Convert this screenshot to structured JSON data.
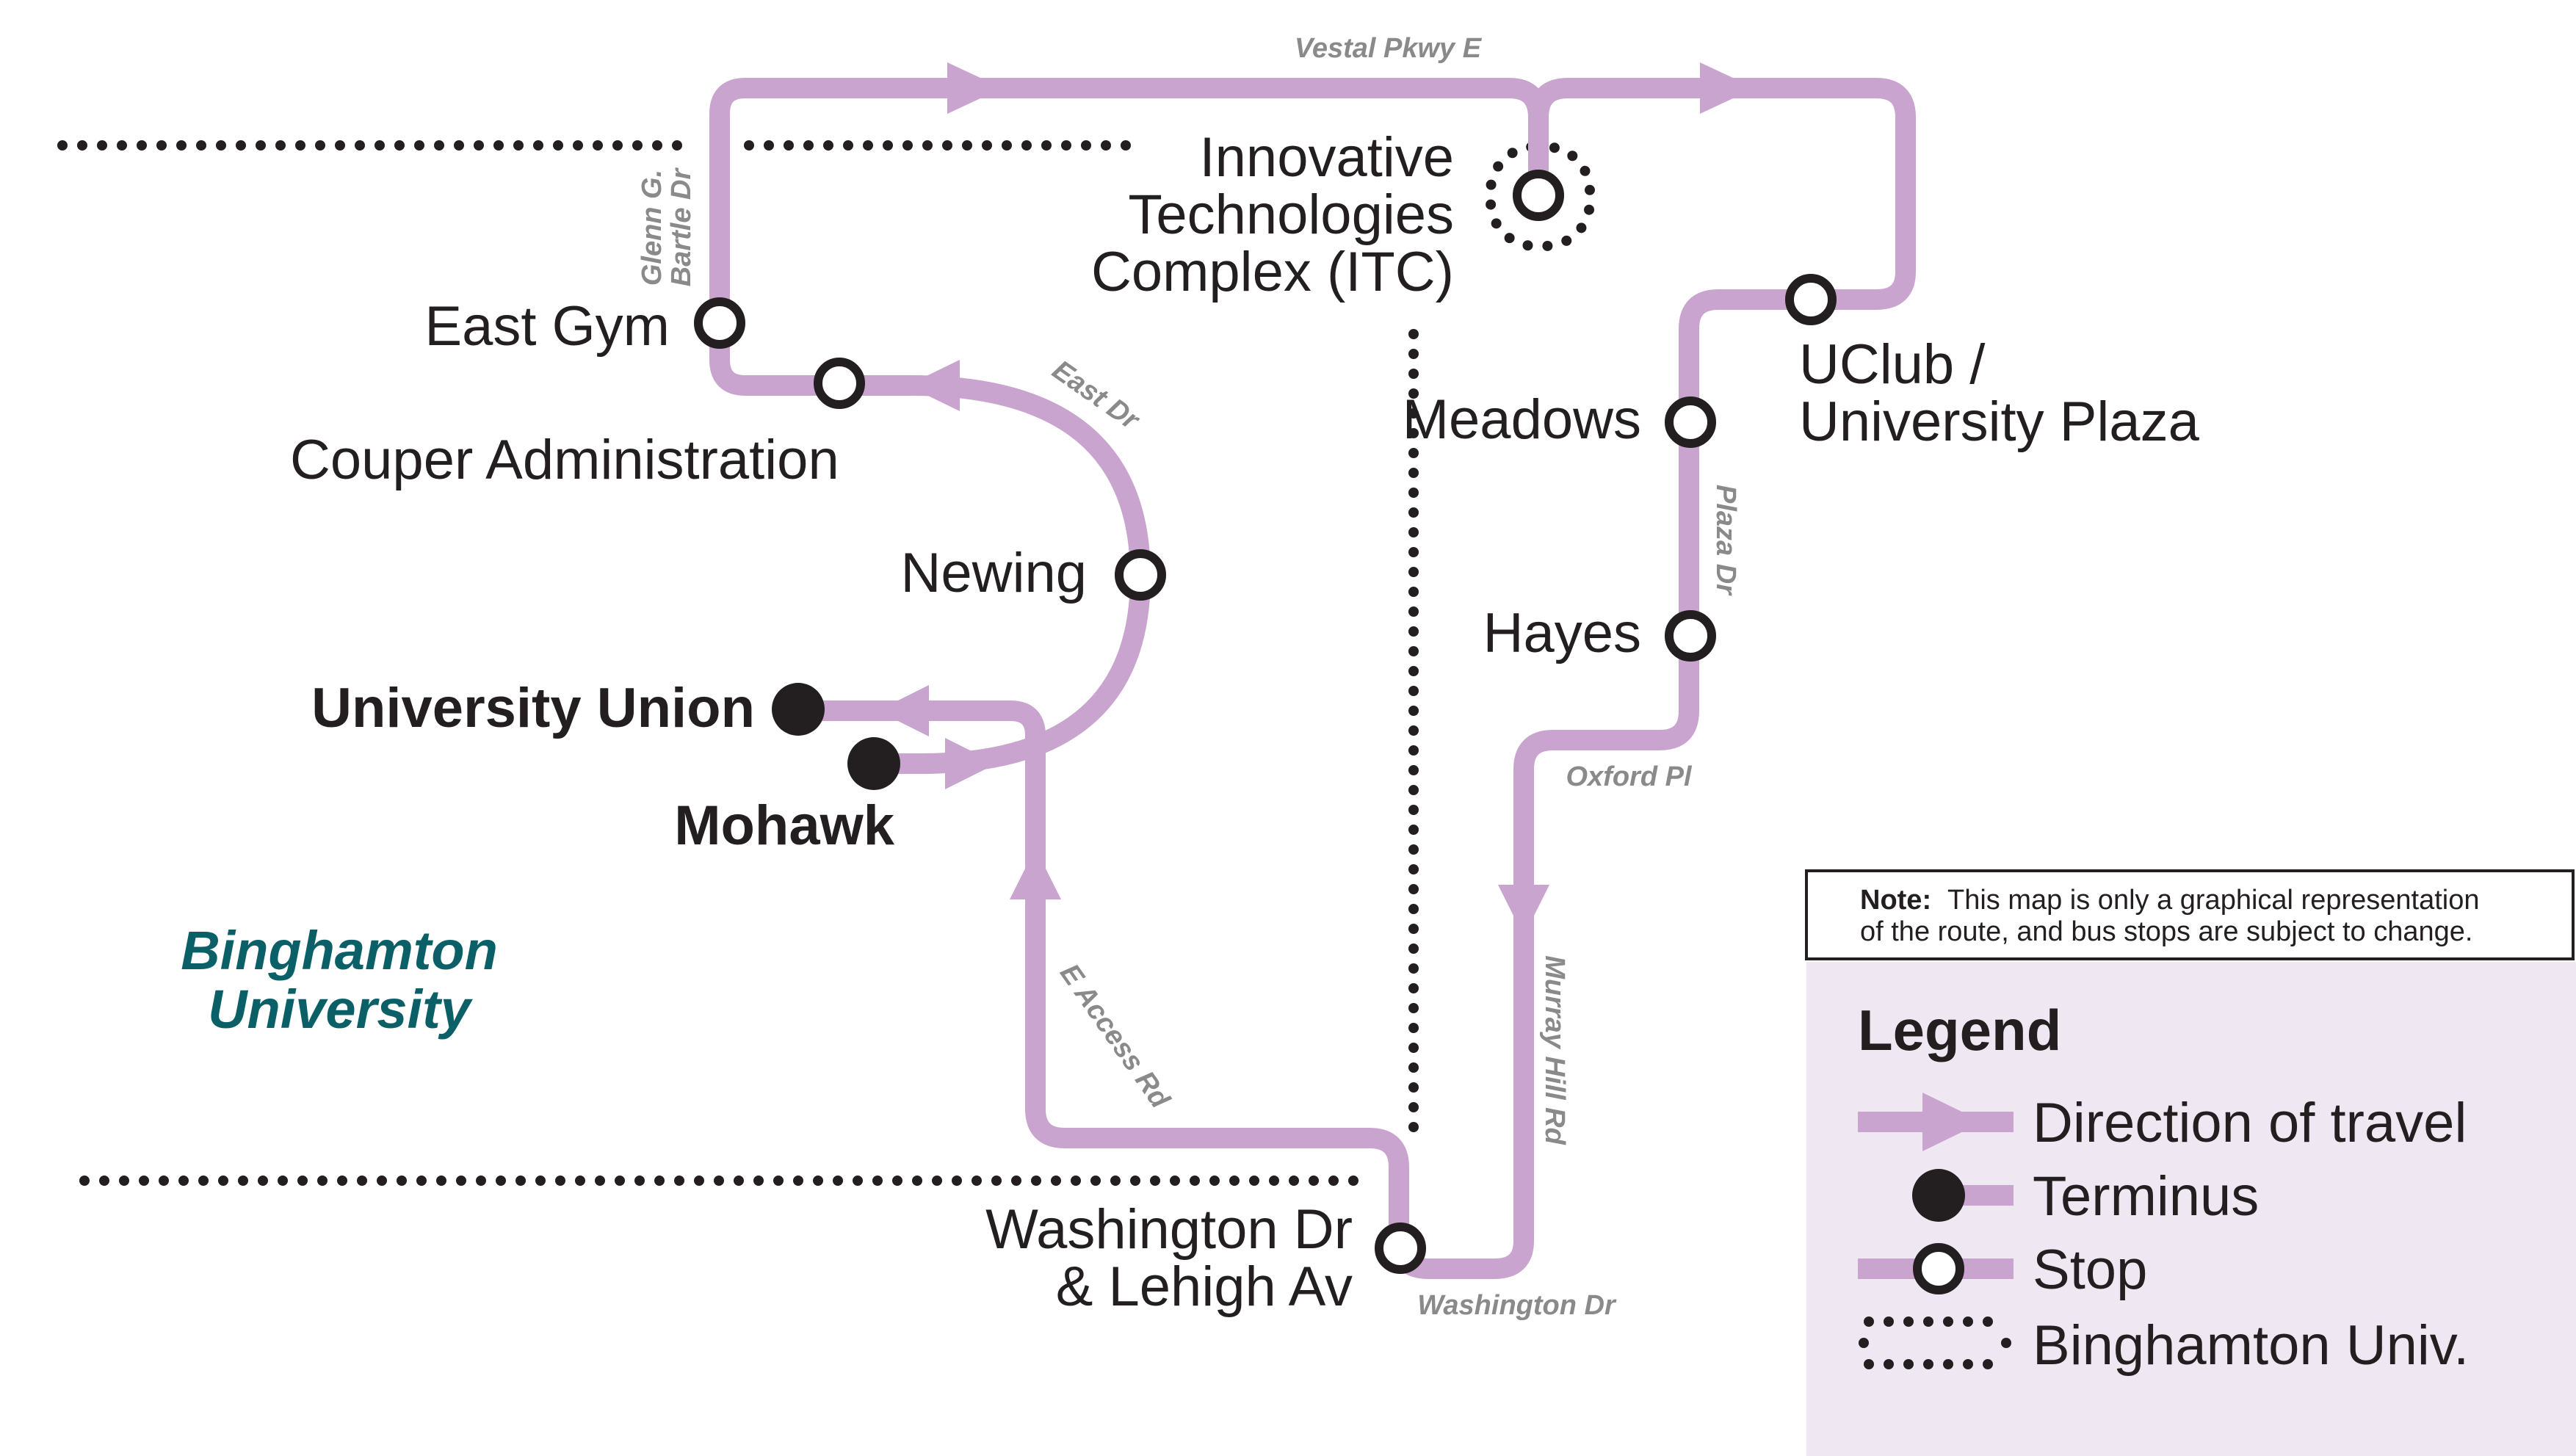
{
  "colors": {
    "route": "#c9a4cf",
    "stop_fill": "#ffffff",
    "stop_stroke": "#231f20",
    "terminus": "#231f20",
    "boundary_dots": "#231f20",
    "campus_label": "#0b6068",
    "street_label": "#8a8a8a",
    "legend_bg": "#efe7f2"
  },
  "campus_label": {
    "line1": "Binghamton",
    "line2": "University"
  },
  "stops": {
    "east_gym": "East Gym",
    "couper": "Couper Administration",
    "newing": "Newing",
    "itc_line1": "Innovative",
    "itc_line2": "Technologies",
    "itc_line3": "Complex (ITC)",
    "meadows": "Meadows",
    "uclub_line1": "UClub /",
    "uclub_line2": "University Plaza",
    "hayes": "Hayes",
    "washington_line1": "Washington Dr",
    "washington_line2": "& Lehigh Av"
  },
  "termini": {
    "union": "University Union",
    "mohawk": "Mohawk"
  },
  "streets": {
    "vestal": "Vestal Pkwy E",
    "glenn_line1": "Glenn G.",
    "glenn_line2": "Bartle Dr",
    "east_dr": "East Dr",
    "plaza_dr": "Plaza Dr",
    "oxford": "Oxford Pl",
    "murray": "Murray Hill Rd",
    "e_access": "E Access Rd",
    "washington_dr": "Washington Dr"
  },
  "note": {
    "bold": "Note:",
    "line1": "This map is only a graphical representation",
    "line2": "of the route, and bus stops are subject to change."
  },
  "legend": {
    "title": "Legend",
    "direction": "Direction of travel",
    "terminus": "Terminus",
    "stop": "Stop",
    "boundary": "Binghamton Univ."
  }
}
